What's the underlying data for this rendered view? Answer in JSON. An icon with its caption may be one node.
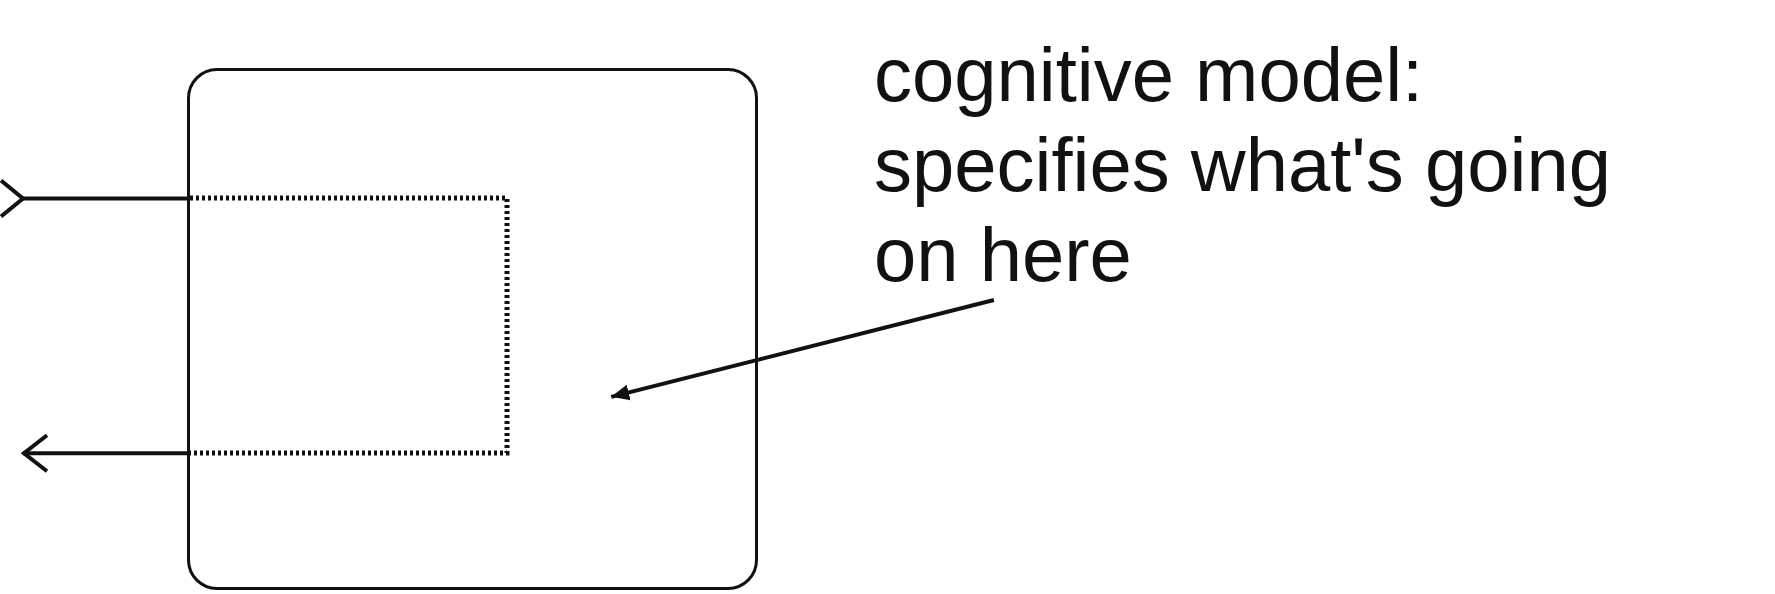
{
  "diagram": {
    "nodes": [
      {
        "text": [],
        "shape": "box"
      },
      {
        "text": [
          "cognitive model: specifies what's going on here"
        ]
      }
    ],
    "edges": [
      {
        "from": 0,
        "to": null,
        "arrow": "to"
      },
      {
        "from": 0,
        "to": null,
        "arrow": "to"
      },
      {
        "from": 1,
        "to": 0,
        "arrow": "to"
      }
    ]
  }
}
